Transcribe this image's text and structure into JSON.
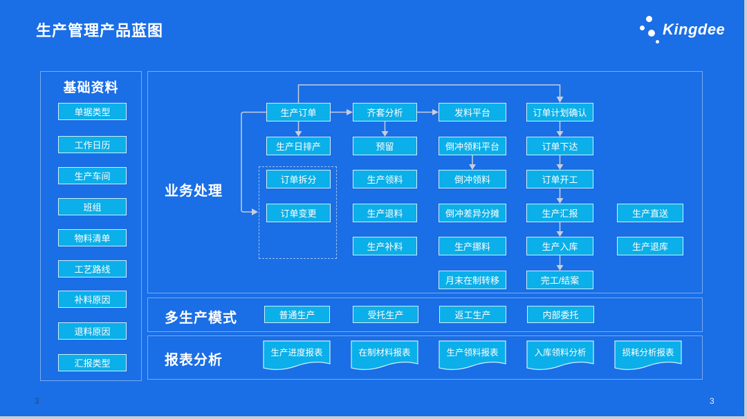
{
  "page": {
    "title": "生产管理产品蓝图",
    "page_number_left": "3",
    "page_number_right": "3"
  },
  "logo": {
    "text": "Kingdee"
  },
  "sidebar": {
    "title": "基础资料",
    "items": [
      "单据类型",
      "工作日历",
      "生产车间",
      "班组",
      "物料清单",
      "工艺路线",
      "补料原因",
      "退料原因",
      "汇报类型"
    ]
  },
  "business": {
    "label": "业务处理",
    "boxes": [
      {
        "label": "生产订单",
        "col": 0,
        "row": 0
      },
      {
        "label": "齐套分析",
        "col": 1,
        "row": 0
      },
      {
        "label": "发料平台",
        "col": 2,
        "row": 0
      },
      {
        "label": "订单计划确认",
        "col": 3,
        "row": 0
      },
      {
        "label": "生产日排产",
        "col": 0,
        "row": 1
      },
      {
        "label": "预留",
        "col": 1,
        "row": 1
      },
      {
        "label": "倒冲领料平台",
        "col": 2,
        "row": 1
      },
      {
        "label": "订单下达",
        "col": 3,
        "row": 1
      },
      {
        "label": "订单拆分",
        "col": 0,
        "row": 2
      },
      {
        "label": "生产领料",
        "col": 1,
        "row": 2
      },
      {
        "label": "倒冲领料",
        "col": 2,
        "row": 2
      },
      {
        "label": "订单开工",
        "col": 3,
        "row": 2
      },
      {
        "label": "订单变更",
        "col": 0,
        "row": 3
      },
      {
        "label": "生产退料",
        "col": 1,
        "row": 3
      },
      {
        "label": "倒冲差异分摊",
        "col": 2,
        "row": 3
      },
      {
        "label": "生产汇报",
        "col": 3,
        "row": 3
      },
      {
        "label": "生产直送",
        "col": 4,
        "row": 3
      },
      {
        "label": "生产补料",
        "col": 1,
        "row": 4
      },
      {
        "label": "生产挪料",
        "col": 2,
        "row": 4
      },
      {
        "label": "生产入库",
        "col": 3,
        "row": 4
      },
      {
        "label": "生产退库",
        "col": 4,
        "row": 4
      },
      {
        "label": "月末在制转移",
        "col": 2,
        "row": 5
      },
      {
        "label": "完工/结案",
        "col": 3,
        "row": 5
      }
    ]
  },
  "modes": {
    "label": "多生产模式",
    "items": [
      "普通生产",
      "受托生产",
      "返工生产",
      "内部委托"
    ]
  },
  "reports": {
    "label": "报表分析",
    "items": [
      "生产进度报表",
      "在制材料报表",
      "生产领料报表",
      "入库领料分析",
      "损耗分析报表"
    ]
  },
  "colors": {
    "background": "#1A6EE6",
    "chip_fill": "#0BAFE9",
    "chip_border": "#CFEFFB",
    "panel_border": "rgba(255,255,255,0.42)",
    "connector": "#C9CEDA",
    "title_text": "#FFFFFF"
  }
}
